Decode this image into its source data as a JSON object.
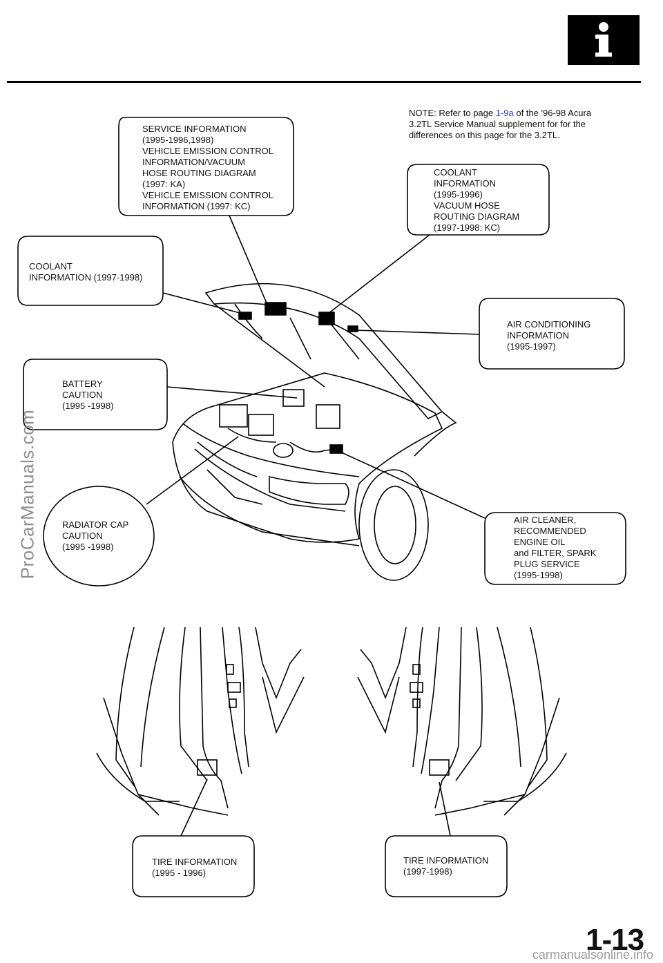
{
  "note": {
    "prefix": "NOTE:   Refer to page ",
    "link": "1-9a",
    "suffix": " of the '96-98 Acura 3.2TL Service Manual supplement for for the differences on this page for the 3.2TL."
  },
  "callouts": {
    "service_info": "SERVICE INFORMATION\n(1995-1996,1998)\nVEHICLE EMISSION CONTROL\nINFORMATION/VACUUM\nHOSE ROUTING DIAGRAM\n(1997: KA)\nVEHICLE EMISSION CONTROL\nINFORMATION (1997: KC)",
    "coolant_vacuum": "COOLANT\nINFORMATION\n(1995-1996)\nVACUUM HOSE\nROUTING DIAGRAM\n(1997-1998: KC)",
    "coolant_97_98": "COOLANT\nINFORMATION (1997-1998)",
    "air_conditioning": "AIR CONDITIONING\nINFORMATION\n(1995-1997)",
    "battery": "BATTERY\nCAUTION\n(1995 -1998)",
    "radiator_cap": "RADIATOR CAP\nCAUTION\n(1995 -1998)",
    "air_cleaner": "AIR CLEANER,\nRECOMMENDED\nENGINE OIL\nand FILTER, SPARK\nPLUG SERVICE\n(1995-1998)",
    "tire_95_96": "TIRE INFORMATION\n(1995 - 1996)",
    "tire_97_98": "TIRE INFORMATION\n(1997-1998)"
  },
  "watermark": "ProCarManuals.com",
  "footer_watermark": "carmanualsonline.info",
  "page_number": "1-13",
  "icon": "info-icon"
}
